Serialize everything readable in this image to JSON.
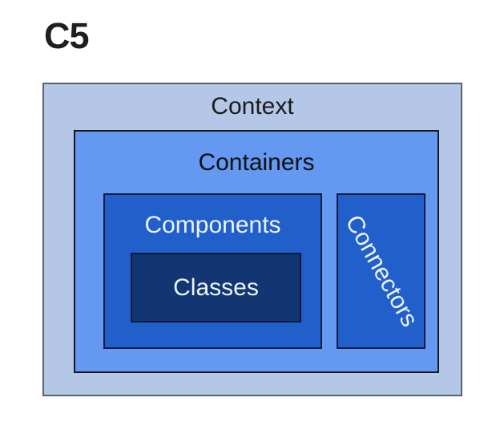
{
  "title": "C5",
  "levels": {
    "context": {
      "label": "Context",
      "fill": "#b4c7e7",
      "text_color": "#1a1a1a"
    },
    "containers": {
      "label": "Containers",
      "fill": "#6598f0",
      "text_color": "#0e0f12"
    },
    "components": {
      "label": "Components",
      "fill": "#2160cb",
      "text_color": "#eef3fb"
    },
    "classes": {
      "label": "Classes",
      "fill": "#123671",
      "text_color": "#eef3fb"
    },
    "connectors": {
      "label": "Connectors",
      "fill": "#2160cb",
      "text_color": "#eef3fb",
      "text_rotation_deg": 61
    }
  }
}
